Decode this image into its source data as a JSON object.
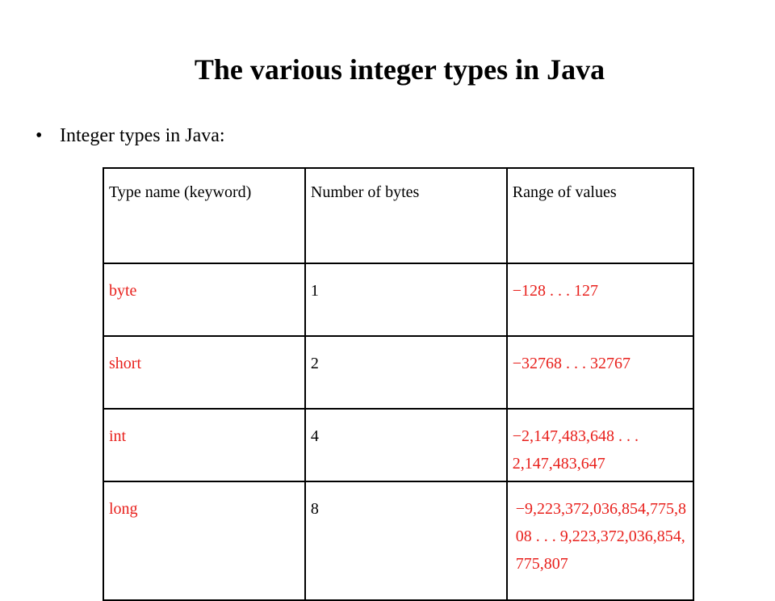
{
  "slide": {
    "title": "The various integer types in Java",
    "bullet": "Integer types in Java:"
  },
  "table": {
    "headers": {
      "type_name": " Type name (keyword)",
      "bytes": " Number of bytes",
      "range": " Range of values"
    },
    "rows": [
      {
        "type": "byte",
        "bytes": "1",
        "range": "−128 . . . 127"
      },
      {
        "type": "short",
        "bytes": "2",
        "range": "−32768 . . . 32767"
      },
      {
        "type": "int",
        "bytes": "4",
        "range": "−2,147,483,648 . . . 2,147,483,647"
      },
      {
        "type": "long",
        "bytes": "8",
        "range": "−9,223,372,036,854,775,808 . . . 9,223,372,036,854,775,807"
      }
    ],
    "colors": {
      "keyword": "#e8201c",
      "range": "#e8201c",
      "bytes": "#000000"
    }
  }
}
